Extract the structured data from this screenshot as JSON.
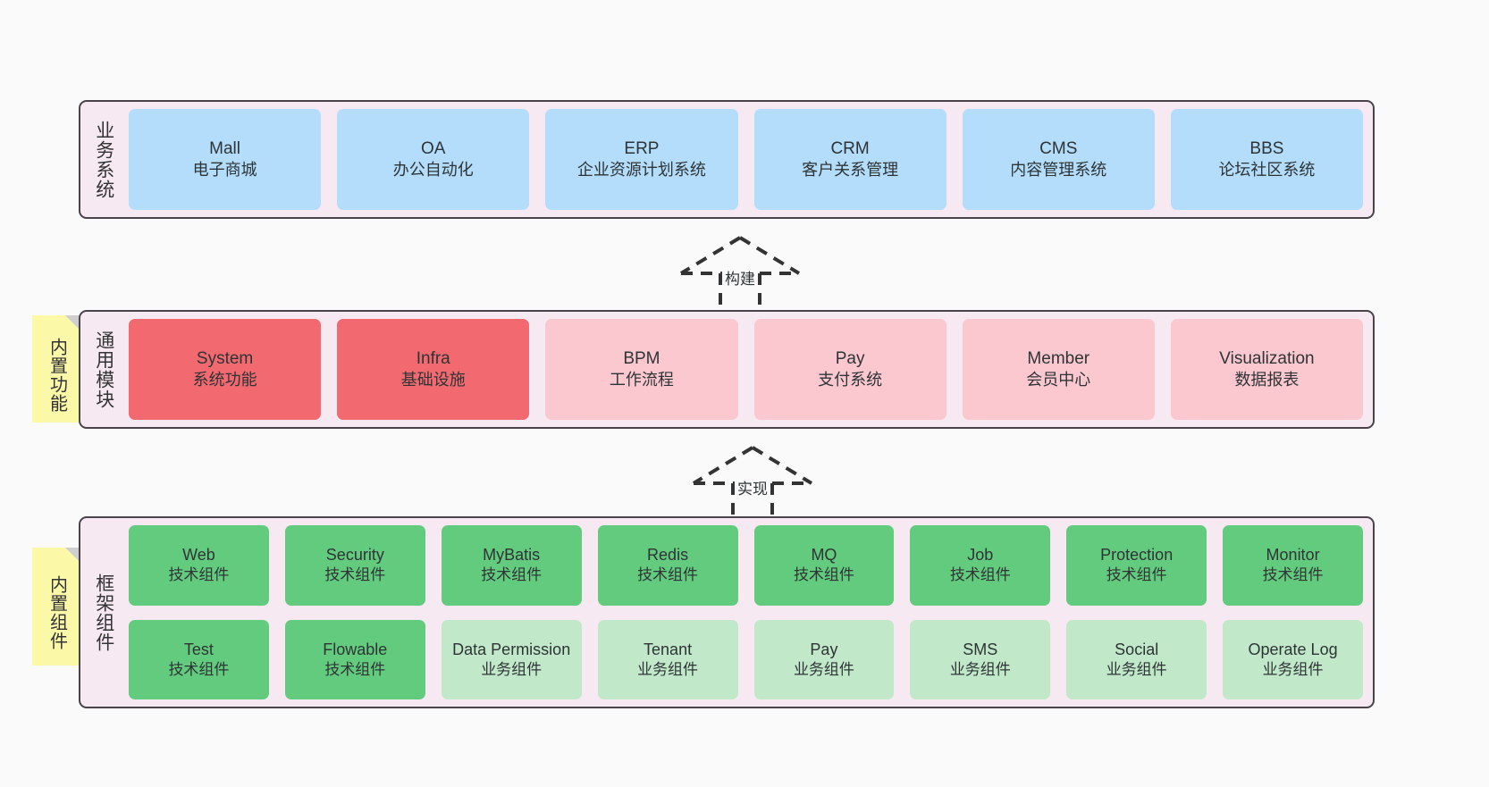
{
  "layers": [
    {
      "id": "business-systems",
      "title": "业务系统",
      "rows": [
        {
          "style": "blue",
          "cards": [
            {
              "en": "Mall",
              "cn": "电子商城"
            },
            {
              "en": "OA",
              "cn": "办公自动化"
            },
            {
              "en": "ERP",
              "cn": "企业资源计划系统"
            },
            {
              "en": "CRM",
              "cn": "客户关系管理"
            },
            {
              "en": "CMS",
              "cn": "内容管理系统"
            },
            {
              "en": "BBS",
              "cn": "论坛社区系统"
            }
          ]
        }
      ]
    },
    {
      "id": "common-modules",
      "title": "通用模块",
      "note": "内置功能",
      "rows": [
        {
          "cards": [
            {
              "en": "System",
              "cn": "系统功能",
              "style": "red"
            },
            {
              "en": "Infra",
              "cn": "基础设施",
              "style": "red"
            },
            {
              "en": "BPM",
              "cn": "工作流程",
              "style": "pink"
            },
            {
              "en": "Pay",
              "cn": "支付系统",
              "style": "pink"
            },
            {
              "en": "Member",
              "cn": "会员中心",
              "style": "pink"
            },
            {
              "en": "Visualization",
              "cn": "数据报表",
              "style": "pink"
            }
          ]
        }
      ]
    },
    {
      "id": "framework-components",
      "title": "框架组件",
      "note": "内置组件",
      "rows": [
        {
          "style": "green",
          "cards": [
            {
              "en": "Web",
              "cn": "技术组件"
            },
            {
              "en": "Security",
              "cn": "技术组件"
            },
            {
              "en": "MyBatis",
              "cn": "技术组件"
            },
            {
              "en": "Redis",
              "cn": "技术组件"
            },
            {
              "en": "MQ",
              "cn": "技术组件"
            },
            {
              "en": "Job",
              "cn": "技术组件"
            },
            {
              "en": "Protection",
              "cn": "技术组件"
            },
            {
              "en": "Monitor",
              "cn": "技术组件"
            }
          ]
        },
        {
          "cards": [
            {
              "en": "Test",
              "cn": "技术组件",
              "style": "green"
            },
            {
              "en": "Flowable",
              "cn": "技术组件",
              "style": "green"
            },
            {
              "en": "Data Permission",
              "cn": "业务组件",
              "style": "greenlight"
            },
            {
              "en": "Tenant",
              "cn": "业务组件",
              "style": "greenlight"
            },
            {
              "en": "Pay",
              "cn": "业务组件",
              "style": "greenlight"
            },
            {
              "en": "SMS",
              "cn": "业务组件",
              "style": "greenlight"
            },
            {
              "en": "Social",
              "cn": "业务组件",
              "style": "greenlight"
            },
            {
              "en": "Operate Log",
              "cn": "业务组件",
              "style": "greenlight"
            }
          ]
        }
      ]
    }
  ],
  "connectors": [
    {
      "id": "build-arrow",
      "label": "构建"
    },
    {
      "id": "implement-arrow",
      "label": "实现"
    }
  ],
  "colors": {
    "panel_bg": "#f7e9f2",
    "panel_border": "#4a434a",
    "blue": "#b3ddfb",
    "red": "#f26a6f",
    "pink": "#fbc8d0",
    "green": "#63cb7e",
    "green_light": "#c2e8ca",
    "note_bg": "#fbf8a8",
    "canvas_bg": "#fafafa"
  }
}
